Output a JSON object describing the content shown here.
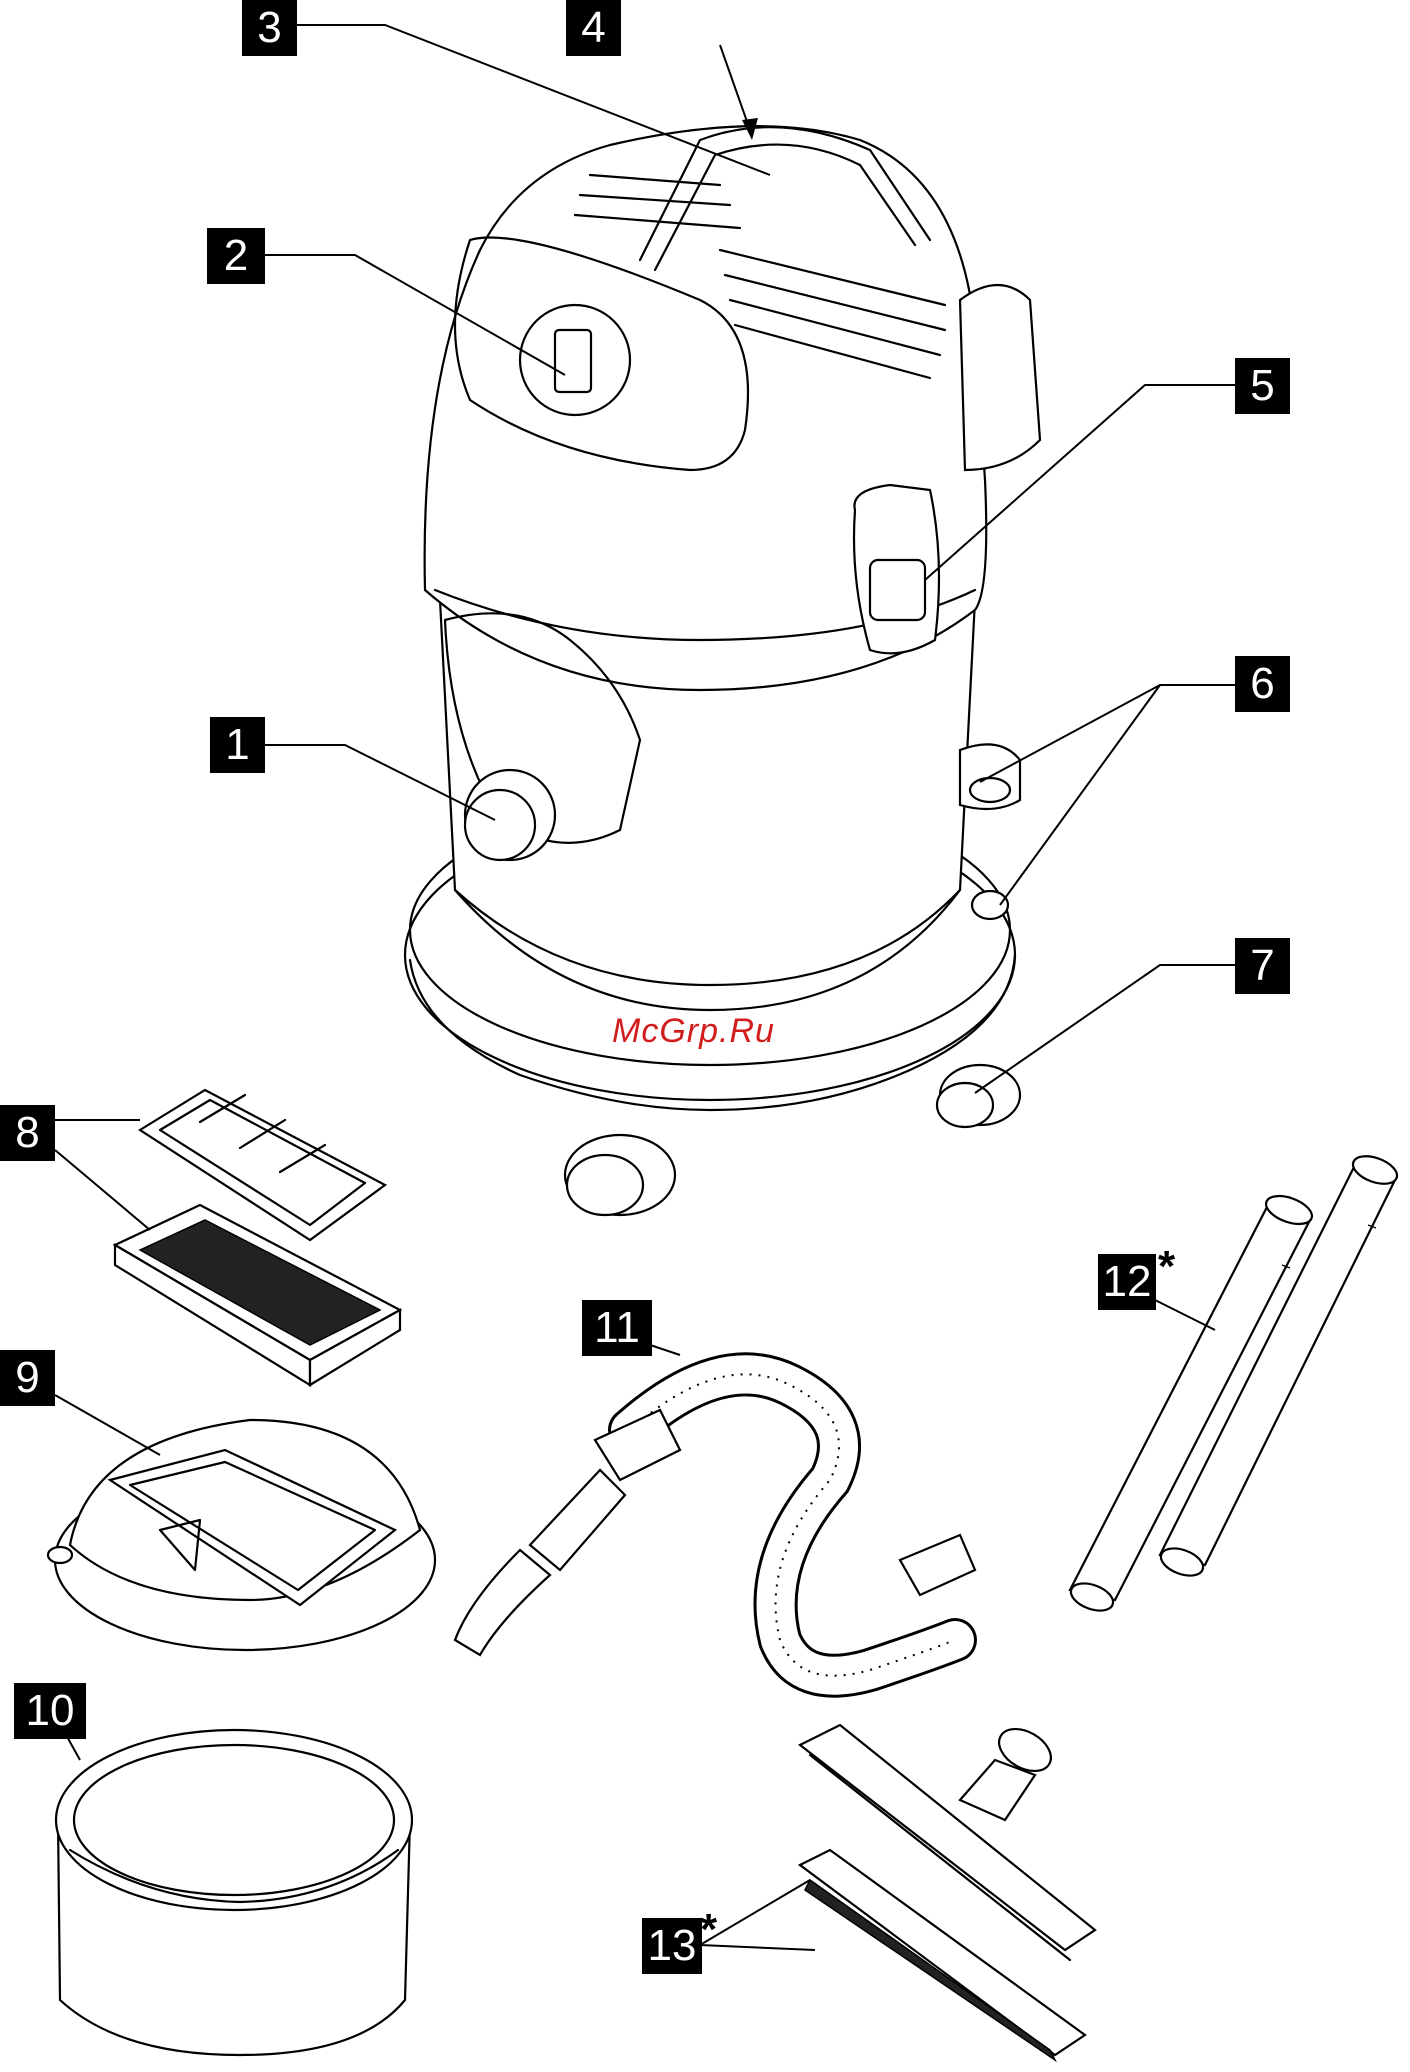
{
  "callouts": {
    "c1": "1",
    "c2": "2",
    "c3": "3",
    "c4": "4",
    "c5": "5",
    "c6": "6",
    "c7": "7",
    "c8": "8",
    "c9": "9",
    "c10": "10",
    "c11": "11",
    "c12": "12",
    "c13": "13",
    "asterisk": "*"
  },
  "watermark": "McGrp.Ru"
}
